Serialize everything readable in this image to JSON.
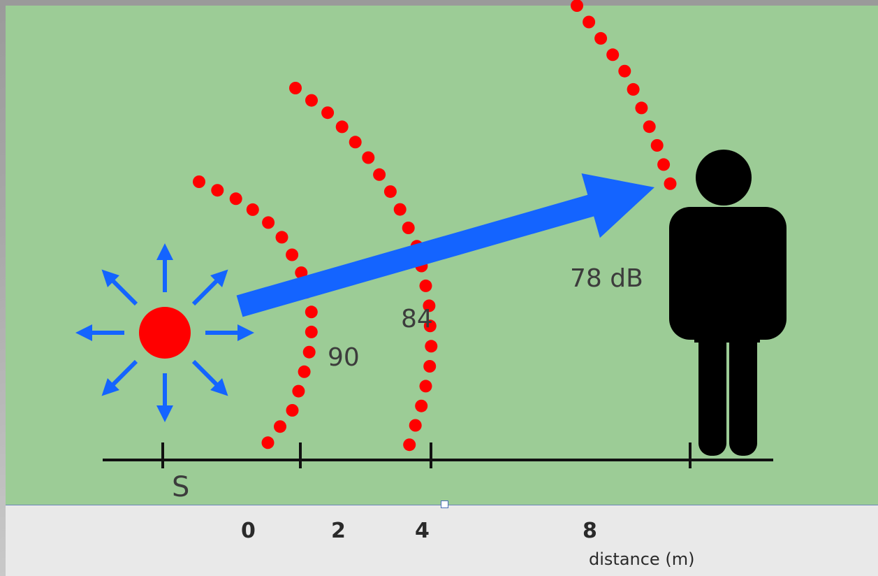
{
  "diagram": {
    "source_label": "S",
    "level_labels": [
      "90",
      "84",
      "78 dB"
    ],
    "axis_numbers": [
      "0",
      "2",
      "4",
      "8"
    ],
    "axis_caption": "distance (m)"
  },
  "colors": {
    "background": "#9ccc96",
    "arrow": "#1464ff",
    "source": "#ff0000",
    "wavefront": "#ff0000",
    "person": "#000000"
  },
  "icons": {
    "source": "sound-source-icon",
    "listener": "person-icon"
  }
}
